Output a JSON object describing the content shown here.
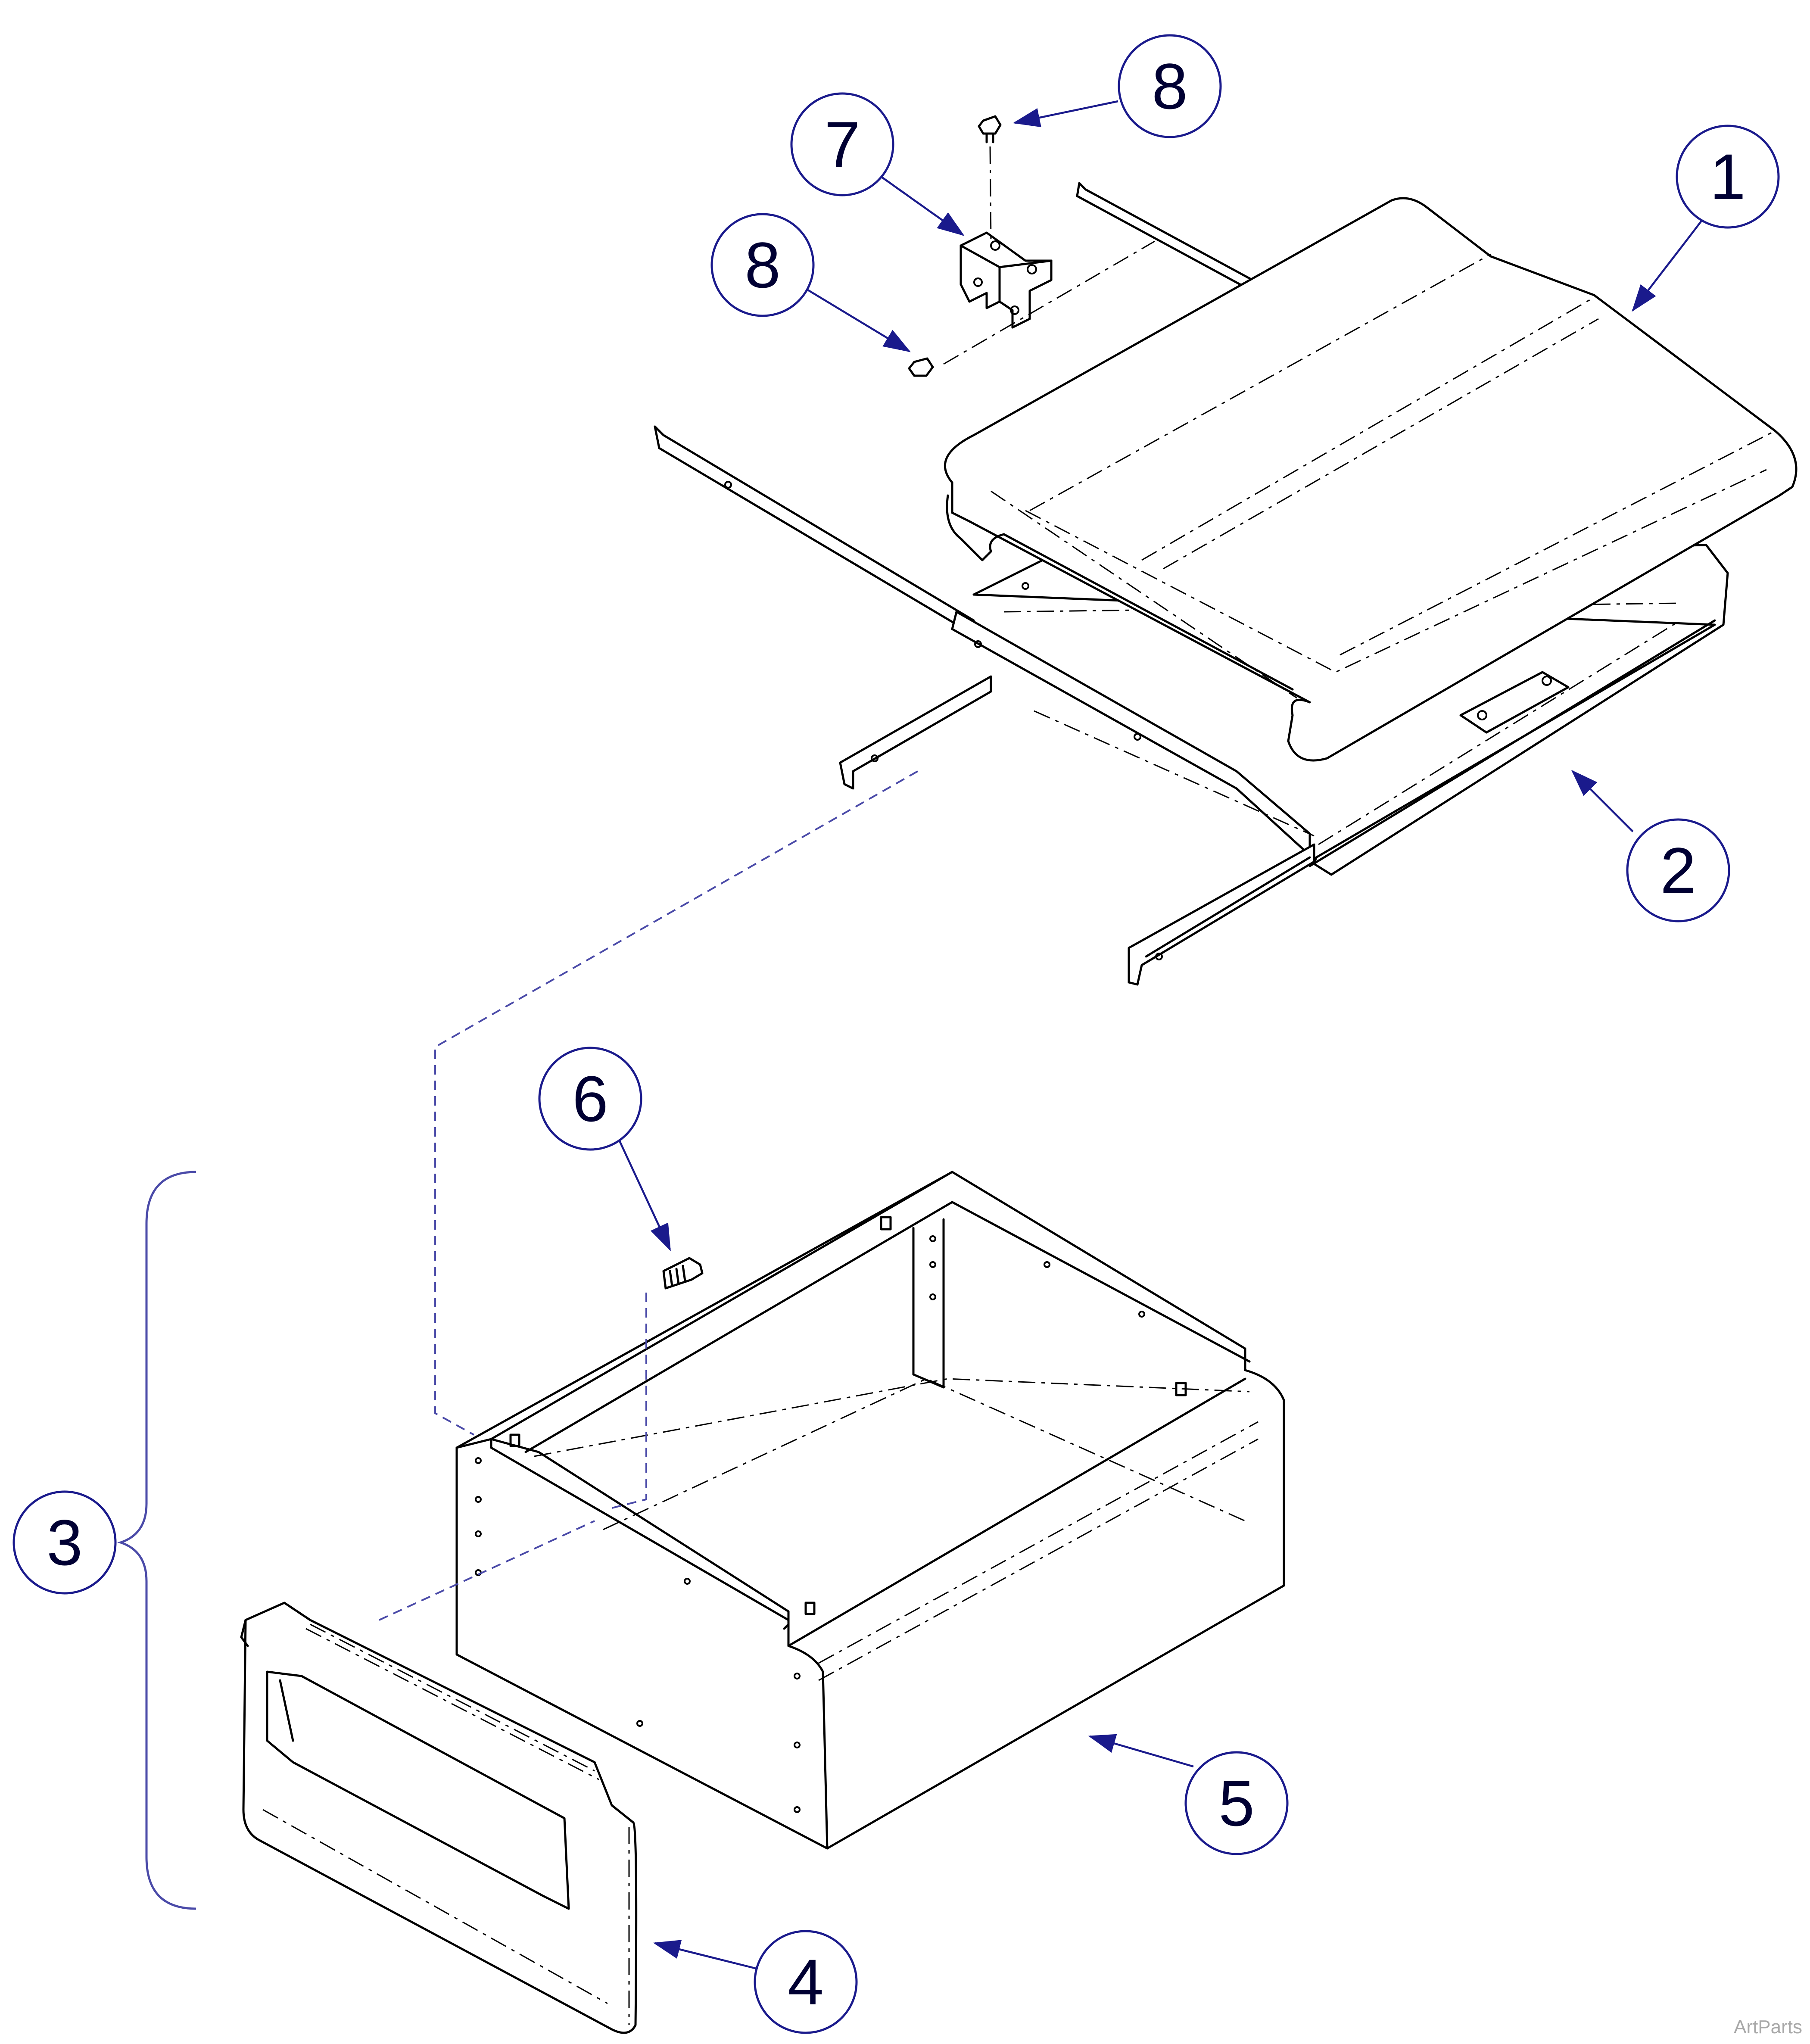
{
  "callouts": {
    "c1": "1",
    "c2": "2",
    "c3": "3",
    "c4": "4",
    "c5": "5",
    "c6": "6",
    "c7": "7",
    "c8a": "8",
    "c8b": "8"
  },
  "watermark": "ArtParts",
  "colors": {
    "callout": "#1a1a8c",
    "assembly_line": "#4a4aa8",
    "line_art": "#000000"
  }
}
